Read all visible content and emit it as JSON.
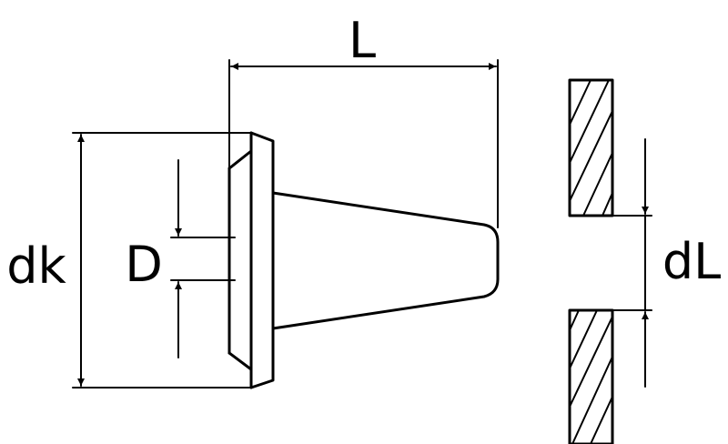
{
  "labels": {
    "length": "L",
    "head_diameter": "dk",
    "shank_diameter": "D",
    "hole_diameter": "dL"
  }
}
